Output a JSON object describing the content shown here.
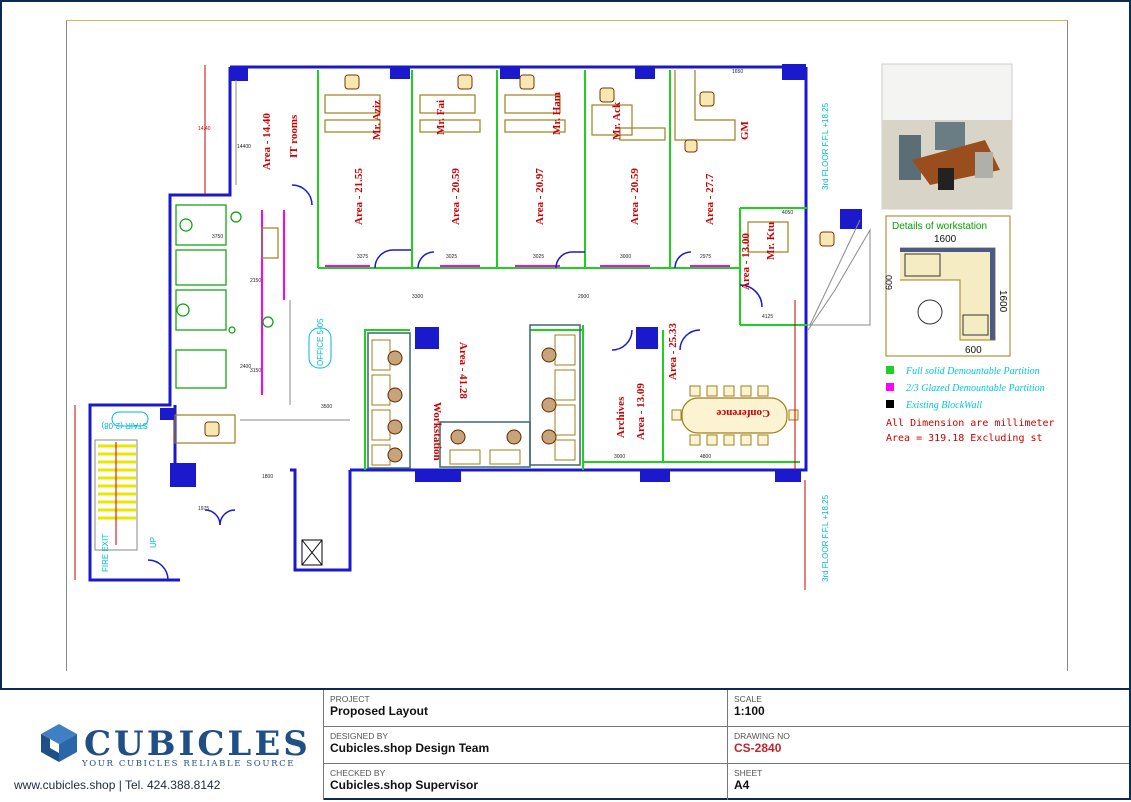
{
  "plan": {
    "rooms": [
      {
        "key": "it",
        "label": "IT rooms",
        "area": "Area - 14.40"
      },
      {
        "key": "aziz",
        "label": "Mr. Aziz",
        "area": "Area - 21.55"
      },
      {
        "key": "fai",
        "label": "Mr. Fai",
        "area": "Area - 20.59"
      },
      {
        "key": "ham",
        "label": "Mr. Ham",
        "area": "Area - 20.97"
      },
      {
        "key": "ack",
        "label": "Mr. Ack",
        "area": "Area - 20.59"
      },
      {
        "key": "gm",
        "label": "GM",
        "area": "Area - 27.7"
      },
      {
        "key": "ktu",
        "label": "Mr. Ktu",
        "area": "Area - 13.00"
      },
      {
        "key": "workstation",
        "label": "Workstation",
        "area": "Area - 41.28"
      },
      {
        "key": "archives",
        "label": "Archives",
        "area": "Area - 13.09"
      },
      {
        "key": "conference",
        "label": "Conference",
        "area": "Area - 25.33"
      }
    ],
    "office_tag": "OFFICE 5-05",
    "stair_tag": "STAIR (2-08)",
    "fire_exit": "FIRE EXIT",
    "up_label": "UP",
    "floor_level": "3rd FLOOR F.F.L +18.25",
    "dimensions": [
      "14400",
      "3375",
      "3025",
      "3025",
      "3000",
      "2975",
      "4800",
      "4050",
      "3000",
      "3500",
      "2400",
      "4125",
      "1975",
      "1800",
      "3750",
      "2150",
      "3150",
      "1650",
      "3300",
      "2900",
      "14.40"
    ],
    "legend": [
      {
        "color": "#20d020",
        "text": "Full solid Demountable Partition"
      },
      {
        "color": "#ff00ff",
        "text": "2/3 Glazed Demountable Partition"
      },
      {
        "color": "#000000",
        "text": "Existing BlockWall"
      }
    ],
    "notes": [
      "All Dimension are millimeter",
      "Area  =  319.18  Excluding  st"
    ],
    "detail_title": "Details of workstation",
    "detail_dims": [
      "1600",
      "600",
      "1600",
      "600"
    ]
  },
  "titleblock": {
    "logo_word": "CUBICLES",
    "logo_tagline": "YOUR CUBICLES RELIABLE SOURCE",
    "contact": "www.cubicles.shop  |  Tel. 424.388.8142",
    "project_label": "PROJECT",
    "project": "Proposed Layout",
    "designed_label": "DESIGNED BY",
    "designed": "Cubicles.shop Design Team",
    "checked_label": "CHECKED BY",
    "checked": "Cubicles.shop Supervisor",
    "scale_label": "SCALE",
    "scale": "1:100",
    "drawing_label": "DRAWING NO",
    "drawing": "CS-2840",
    "sheet_label": "SHEET",
    "sheet": "A4"
  },
  "colors": {
    "navy": "#0b2a55",
    "wall_blue": "#1a1acc",
    "partition_green": "#20d020",
    "glazed_magenta": "#ff00ff",
    "label_red": "#cc0000",
    "furniture": "#a07f1a",
    "chair": "#7a3300",
    "logo_blue": "#1f4f86",
    "drawing_no": "#c0272d"
  }
}
